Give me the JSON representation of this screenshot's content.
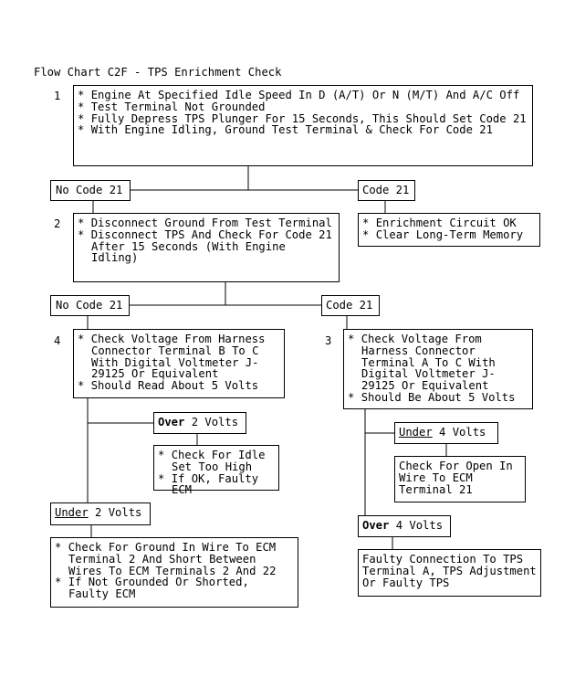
{
  "title": "Flow Chart C2F - TPS Enrichment Check",
  "nodes": {
    "s1": {
      "step": "1",
      "items": [
        "Engine At Specified Idle Speed In D (A/T) Or N (M/T) And A/C Off",
        "Test Terminal Not Grounded",
        "Fully Depress TPS Plunger For 15 Seconds, This Should Set Code 21",
        "With Engine Idling, Ground Test Terminal & Check For Code 21"
      ]
    },
    "nc21a": {
      "label": "No Code 21"
    },
    "c21a": {
      "label": "Code 21"
    },
    "s2": {
      "step": "2",
      "items": [
        "Disconnect Ground From Test Terminal",
        "Disconnect TPS And Check For Code 21 After 15 Seconds (With Engine Idling)"
      ]
    },
    "enrich": {
      "items": [
        "Enrichment Circuit OK",
        "Clear Long-Term Memory"
      ]
    },
    "nc21b": {
      "label": "No Code 21"
    },
    "c21b": {
      "label": "Code 21"
    },
    "s4": {
      "step": "4",
      "items": [
        "Check Voltage From Harness Connector Terminal B To C With Digital Voltmeter J-29125 Or Equivalent",
        "Should Read About 5 Volts"
      ]
    },
    "s3": {
      "step": "3",
      "items": [
        "Check Voltage From Harness Connector Terminal A To C With Digital Voltmeter J-29125 Or Equivalent",
        "Should Be About 5 Volts"
      ]
    },
    "over2": {
      "em": "Over",
      "rest": " 2 Volts"
    },
    "idle": {
      "items": [
        "Check For Idle Set Too High",
        "If OK, Faulty ECM"
      ]
    },
    "under4": {
      "em": "Under",
      "rest": " 4 Volts"
    },
    "open21": {
      "text": "Check For Open In Wire To ECM Terminal 21"
    },
    "under2": {
      "em": "Under",
      "rest": " 2 Volts"
    },
    "over4": {
      "em": "Over",
      "rest": " 4 Volts"
    },
    "ground": {
      "items": [
        "Check For Ground In Wire To ECM Terminal 2 And Short Between Wires To ECM Terminals 2 And 22",
        "If Not Grounded Or Shorted, Faulty ECM"
      ]
    },
    "faultytps": {
      "text": "Faulty Connection To TPS Terminal A, TPS Adjustment Or Faulty TPS"
    }
  },
  "bullet": "*"
}
